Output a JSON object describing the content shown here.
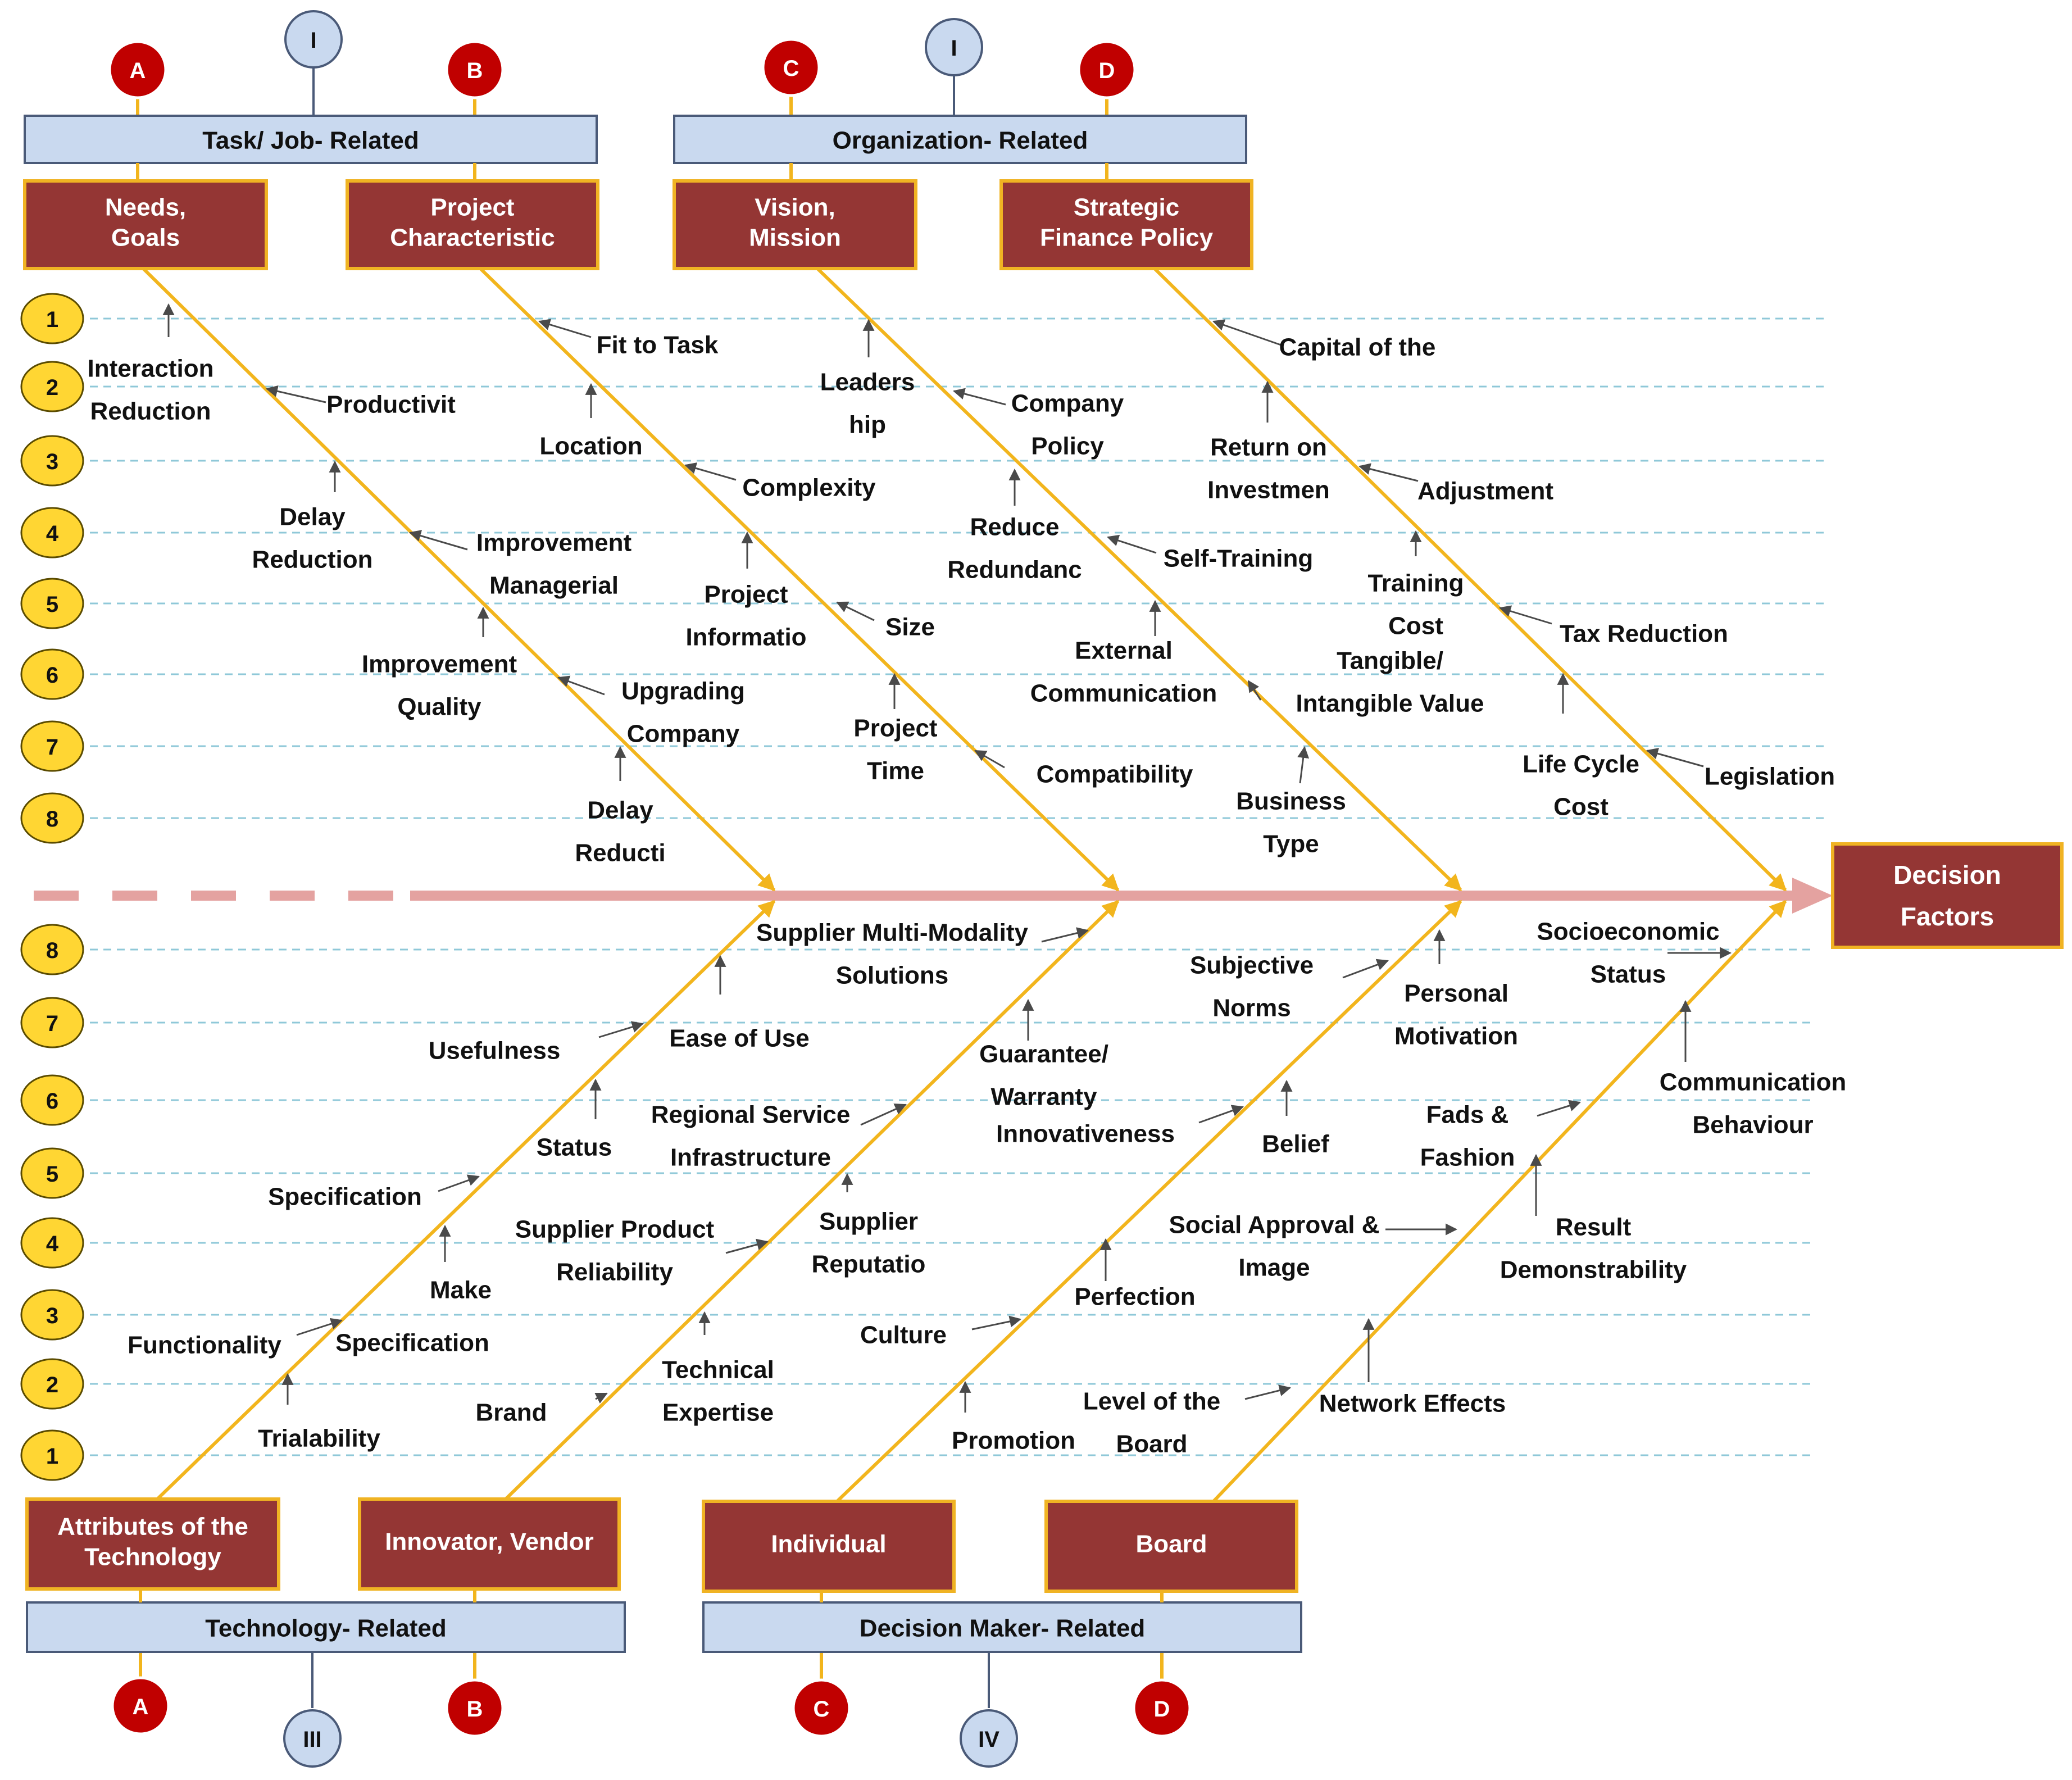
{
  "groups": {
    "task": {
      "label": "Task/ Job- Related",
      "roman": "I"
    },
    "org": {
      "label": "Organization- Related",
      "roman": "I"
    },
    "tech": {
      "label": "Technology- Related",
      "roman": "III"
    },
    "dm": {
      "label": "Decision Maker- Related",
      "roman": "IV"
    }
  },
  "markers": {
    "a": "A",
    "b": "B",
    "c": "C",
    "d": "D"
  },
  "categories": {
    "needs": {
      "lines": [
        "Needs,",
        "Goals"
      ]
    },
    "project": {
      "lines": [
        "Project",
        "Characteristic"
      ]
    },
    "vision": {
      "lines": [
        "Vision,",
        "Mission"
      ]
    },
    "finance": {
      "lines": [
        "Strategic",
        "Finance Policy"
      ]
    },
    "attributes": {
      "lines": [
        "Attributes of the",
        "Technology"
      ]
    },
    "innovator": {
      "lines": [
        "Innovator, Vendor"
      ]
    },
    "individual": {
      "lines": [
        "Individual"
      ]
    },
    "board": {
      "lines": [
        "Board"
      ]
    }
  },
  "effect": {
    "lines": [
      "Decision",
      "Factors"
    ]
  },
  "level_labels": [
    "1",
    "2",
    "3",
    "4",
    "5",
    "6",
    "7",
    "8"
  ],
  "top_labels": [
    {
      "id": "interaction-reduction",
      "lines": [
        "Interaction",
        "Reduction"
      ]
    },
    {
      "id": "productivity",
      "lines": [
        "Productivit"
      ]
    },
    {
      "id": "delay-reduction",
      "lines": [
        "Delay",
        "Reduction"
      ]
    },
    {
      "id": "managerial-improvement",
      "lines": [
        "Improvement",
        "Managerial"
      ]
    },
    {
      "id": "quality-improvement",
      "lines": [
        "Improvement",
        "Quality"
      ]
    },
    {
      "id": "upgrading-company",
      "lines": [
        "Upgrading",
        "Company"
      ]
    },
    {
      "id": "delay-reduction-2",
      "lines": [
        "Delay",
        "Reducti"
      ]
    },
    {
      "id": "fit-to-task",
      "lines": [
        "Fit to Task"
      ]
    },
    {
      "id": "location",
      "lines": [
        "Location"
      ]
    },
    {
      "id": "complexity",
      "lines": [
        "Complexity"
      ]
    },
    {
      "id": "project-information",
      "lines": [
        "Project",
        "Informatio"
      ]
    },
    {
      "id": "size",
      "lines": [
        "Size"
      ]
    },
    {
      "id": "project-time",
      "lines": [
        "Project",
        "Time"
      ]
    },
    {
      "id": "compatibility",
      "lines": [
        "Compatibility"
      ]
    },
    {
      "id": "leadership",
      "lines": [
        "Leaders",
        "hip"
      ]
    },
    {
      "id": "company-policy",
      "lines": [
        "Company",
        "Policy"
      ]
    },
    {
      "id": "reduce-redundancy",
      "lines": [
        "Reduce",
        "Redundanc"
      ]
    },
    {
      "id": "self-training",
      "lines": [
        "Self-Training"
      ]
    },
    {
      "id": "external-communication",
      "lines": [
        "External",
        "Communication"
      ]
    },
    {
      "id": "tangible-value",
      "lines": [
        "Tangible/",
        "Intangible Value"
      ]
    },
    {
      "id": "business-type",
      "lines": [
        "Business",
        "Type"
      ]
    },
    {
      "id": "capital",
      "lines": [
        "Capital of the"
      ]
    },
    {
      "id": "return-on-investment",
      "lines": [
        "Return on",
        "Investmen"
      ]
    },
    {
      "id": "adjustment",
      "lines": [
        "Adjustment"
      ]
    },
    {
      "id": "training-cost",
      "lines": [
        "Training",
        "Cost"
      ]
    },
    {
      "id": "tax-reduction",
      "lines": [
        "Tax Reduction"
      ]
    },
    {
      "id": "life-cycle-cost",
      "lines": [
        "Life Cycle",
        "Cost"
      ]
    },
    {
      "id": "legislation",
      "lines": [
        "Legislation"
      ]
    }
  ],
  "bottom_labels": [
    {
      "id": "usefulness",
      "lines": [
        "Usefulness"
      ]
    },
    {
      "id": "ease-of-use",
      "lines": [
        "Ease of Use"
      ]
    },
    {
      "id": "status",
      "lines": [
        "Status"
      ]
    },
    {
      "id": "specification",
      "lines": [
        "Specification"
      ]
    },
    {
      "id": "make",
      "lines": [
        "Make"
      ]
    },
    {
      "id": "functionality",
      "lines": [
        "Functionality"
      ]
    },
    {
      "id": "specification-2",
      "lines": [
        "Specification"
      ]
    },
    {
      "id": "trialability",
      "lines": [
        "Trialability"
      ]
    },
    {
      "id": "supplier-multimodality",
      "lines": [
        "Supplier Multi-Modality",
        "Solutions"
      ]
    },
    {
      "id": "guarantee-warranty",
      "lines": [
        "Guarantee/",
        "Warranty"
      ]
    },
    {
      "id": "regional-service",
      "lines": [
        "Regional Service",
        "Infrastructure"
      ]
    },
    {
      "id": "supplier-reputation",
      "lines": [
        "Supplier",
        "Reputatio"
      ]
    },
    {
      "id": "supplier-product-reliability",
      "lines": [
        "Supplier Product",
        "Reliability"
      ]
    },
    {
      "id": "technical-expertise",
      "lines": [
        "Technical",
        "Expertise"
      ]
    },
    {
      "id": "brand",
      "lines": [
        "Brand"
      ]
    },
    {
      "id": "subjective-norms",
      "lines": [
        "Subjective",
        "Norms"
      ]
    },
    {
      "id": "personal-motivation",
      "lines": [
        "Personal",
        "Motivation"
      ]
    },
    {
      "id": "innovativeness",
      "lines": [
        "Innovativeness"
      ]
    },
    {
      "id": "belief",
      "lines": [
        "Belief"
      ]
    },
    {
      "id": "perfection",
      "lines": [
        "Perfection"
      ]
    },
    {
      "id": "culture",
      "lines": [
        "Culture"
      ]
    },
    {
      "id": "promotion",
      "lines": [
        "Promotion"
      ]
    },
    {
      "id": "socioeconomic-status",
      "lines": [
        "Socioeconomic",
        "Status"
      ]
    },
    {
      "id": "communication-behaviour",
      "lines": [
        "Communication",
        "Behaviour"
      ]
    },
    {
      "id": "fads-fashion",
      "lines": [
        "Fads &",
        "Fashion"
      ]
    },
    {
      "id": "social-approval",
      "lines": [
        "Social Approval &",
        "Image"
      ]
    },
    {
      "id": "result-demonstrability",
      "lines": [
        "Result",
        "Demonstrability"
      ]
    },
    {
      "id": "level-of-board",
      "lines": [
        "Level of the",
        "Board"
      ]
    },
    {
      "id": "network-effects",
      "lines": [
        "Network Effects"
      ]
    }
  ],
  "colors": {
    "group_fill": "#c9d9ef",
    "group_stroke": "#4a5a78",
    "category_fill": "#943634",
    "category_stroke": "#f0b323",
    "bone": "#f2b51d",
    "spine": "#e4a2a0",
    "marker_fill": "#c00000",
    "roman_fill": "#c9d9ef",
    "level_fill": "#ffd633",
    "level_stroke": "#5a4b00",
    "gridline": "#8fc8d8",
    "text": "#111111",
    "arrow": "#4a4a4a"
  }
}
